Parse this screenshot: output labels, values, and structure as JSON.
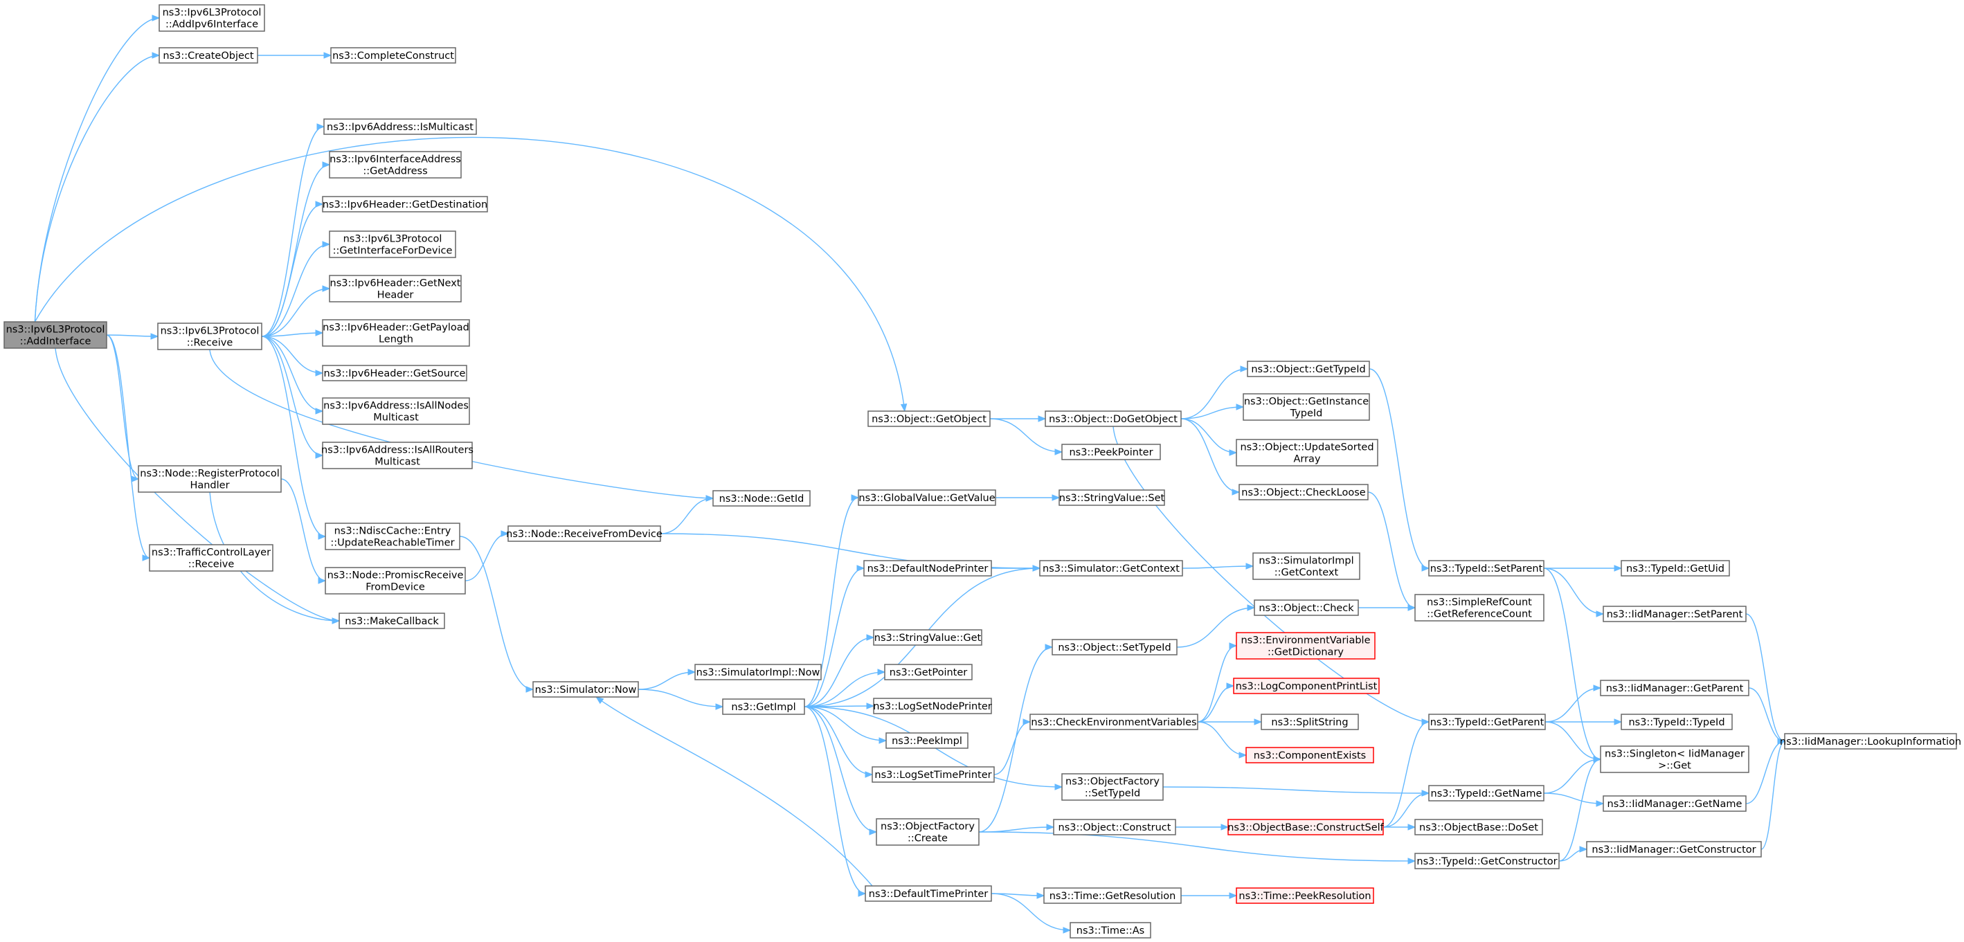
{
  "graph": {
    "nodes": [
      {
        "id": "root",
        "lines": [
          "ns3::Ipv6L3Protocol",
          "::AddInterface"
        ],
        "style": "root"
      },
      {
        "id": "addipv6",
        "lines": [
          "ns3::Ipv6L3Protocol",
          "::AddIpv6Interface"
        ],
        "style": "normal"
      },
      {
        "id": "createobject",
        "lines": [
          "ns3::CreateObject"
        ],
        "style": "normal"
      },
      {
        "id": "completeconstruct",
        "lines": [
          "ns3::CompleteConstruct"
        ],
        "style": "normal"
      },
      {
        "id": "receive",
        "lines": [
          "ns3::Ipv6L3Protocol",
          "::Receive"
        ],
        "style": "normal"
      },
      {
        "id": "ismulticast",
        "lines": [
          "ns3::Ipv6Address::IsMulticast"
        ],
        "style": "normal"
      },
      {
        "id": "ifaddr",
        "lines": [
          "ns3::Ipv6InterfaceAddress",
          "::GetAddress"
        ],
        "style": "normal"
      },
      {
        "id": "getdest",
        "lines": [
          "ns3::Ipv6Header::GetDestination"
        ],
        "style": "normal"
      },
      {
        "id": "getiface",
        "lines": [
          "ns3::Ipv6L3Protocol",
          "::GetInterfaceForDevice"
        ],
        "style": "normal"
      },
      {
        "id": "getnext",
        "lines": [
          "ns3::Ipv6Header::GetNext",
          "Header"
        ],
        "style": "normal"
      },
      {
        "id": "getpayload",
        "lines": [
          "ns3::Ipv6Header::GetPayload",
          "Length"
        ],
        "style": "normal"
      },
      {
        "id": "getsource",
        "lines": [
          "ns3::Ipv6Header::GetSource"
        ],
        "style": "normal"
      },
      {
        "id": "allnodes",
        "lines": [
          "ns3::Ipv6Address::IsAllNodes",
          "Multicast"
        ],
        "style": "normal"
      },
      {
        "id": "allrouters",
        "lines": [
          "ns3::Ipv6Address::IsAllRouters",
          "Multicast"
        ],
        "style": "normal"
      },
      {
        "id": "registerproto",
        "lines": [
          "ns3::Node::RegisterProtocol",
          "Handler"
        ],
        "style": "normal"
      },
      {
        "id": "tclreceive",
        "lines": [
          "ns3::TrafficControlLayer",
          "::Receive"
        ],
        "style": "normal"
      },
      {
        "id": "ndisc",
        "lines": [
          "ns3::NdiscCache::Entry",
          "::UpdateReachableTimer"
        ],
        "style": "normal"
      },
      {
        "id": "promisc",
        "lines": [
          "ns3::Node::PromiscReceive",
          "FromDevice"
        ],
        "style": "normal"
      },
      {
        "id": "makecallback",
        "lines": [
          "ns3::MakeCallback"
        ],
        "style": "normal"
      },
      {
        "id": "getid",
        "lines": [
          "ns3::Node::GetId"
        ],
        "style": "normal"
      },
      {
        "id": "recvfromdev",
        "lines": [
          "ns3::Node::ReceiveFromDevice"
        ],
        "style": "normal"
      },
      {
        "id": "simnow",
        "lines": [
          "ns3::Simulator::Now"
        ],
        "style": "normal"
      },
      {
        "id": "implnow",
        "lines": [
          "ns3::SimulatorImpl::Now"
        ],
        "style": "normal"
      },
      {
        "id": "getimpl",
        "lines": [
          "ns3::GetImpl"
        ],
        "style": "normal"
      },
      {
        "id": "getobject",
        "lines": [
          "ns3::Object::GetObject"
        ],
        "style": "normal"
      },
      {
        "id": "dogetobject",
        "lines": [
          "ns3::Object::DoGetObject"
        ],
        "style": "normal"
      },
      {
        "id": "peekpointer",
        "lines": [
          "ns3::PeekPointer"
        ],
        "style": "normal"
      },
      {
        "id": "objgettypeid",
        "lines": [
          "ns3::Object::GetTypeId"
        ],
        "style": "normal"
      },
      {
        "id": "getinstance",
        "lines": [
          "ns3::Object::GetInstance",
          "TypeId"
        ],
        "style": "normal"
      },
      {
        "id": "updatesorted",
        "lines": [
          "ns3::Object::UpdateSorted",
          "Array"
        ],
        "style": "normal"
      },
      {
        "id": "checkloose",
        "lines": [
          "ns3::Object::CheckLoose"
        ],
        "style": "normal"
      },
      {
        "id": "gvgetvalue",
        "lines": [
          "ns3::GlobalValue::GetValue"
        ],
        "style": "normal"
      },
      {
        "id": "svset",
        "lines": [
          "ns3::StringValue::Set"
        ],
        "style": "normal"
      },
      {
        "id": "defnodeprinter",
        "lines": [
          "ns3::DefaultNodePrinter"
        ],
        "style": "normal"
      },
      {
        "id": "getcontext",
        "lines": [
          "ns3::Simulator::GetContext"
        ],
        "style": "normal"
      },
      {
        "id": "implgetcontext",
        "lines": [
          "ns3::SimulatorImpl",
          "::GetContext"
        ],
        "style": "normal"
      },
      {
        "id": "svget",
        "lines": [
          "ns3::StringValue::Get"
        ],
        "style": "normal"
      },
      {
        "id": "getpointer",
        "lines": [
          "ns3::GetPointer"
        ],
        "style": "normal"
      },
      {
        "id": "logsetnode",
        "lines": [
          "ns3::LogSetNodePrinter"
        ],
        "style": "normal"
      },
      {
        "id": "peekimpl",
        "lines": [
          "ns3::PeekImpl"
        ],
        "style": "normal"
      },
      {
        "id": "logsettime",
        "lines": [
          "ns3::LogSetTimePrinter"
        ],
        "style": "normal"
      },
      {
        "id": "ofcreate",
        "lines": [
          "ns3::ObjectFactory",
          "::Create"
        ],
        "style": "normal"
      },
      {
        "id": "deftimeprinter",
        "lines": [
          "ns3::DefaultTimePrinter"
        ],
        "style": "normal"
      },
      {
        "id": "settypeid",
        "lines": [
          "ns3::Object::SetTypeId"
        ],
        "style": "normal"
      },
      {
        "id": "objcheck",
        "lines": [
          "ns3::Object::Check"
        ],
        "style": "normal"
      },
      {
        "id": "checkenv",
        "lines": [
          "ns3::CheckEnvironmentVariables"
        ],
        "style": "normal"
      },
      {
        "id": "envdict",
        "lines": [
          "ns3::EnvironmentVariable",
          "::GetDictionary"
        ],
        "style": "missing"
      },
      {
        "id": "logcomp",
        "lines": [
          "ns3::LogComponentPrintList"
        ],
        "style": "missing"
      },
      {
        "id": "splitstring",
        "lines": [
          "ns3::SplitString"
        ],
        "style": "normal"
      },
      {
        "id": "compexists",
        "lines": [
          "ns3::ComponentExists"
        ],
        "style": "missing"
      },
      {
        "id": "ofsettypeid",
        "lines": [
          "ns3::ObjectFactory",
          "::SetTypeId"
        ],
        "style": "normal"
      },
      {
        "id": "objconstruct",
        "lines": [
          "ns3::Object::Construct"
        ],
        "style": "normal"
      },
      {
        "id": "constructself",
        "lines": [
          "ns3::ObjectBase::ConstructSelf"
        ],
        "style": "missing"
      },
      {
        "id": "doset",
        "lines": [
          "ns3::ObjectBase::DoSet"
        ],
        "style": "normal"
      },
      {
        "id": "getresolution",
        "lines": [
          "ns3::Time::GetResolution"
        ],
        "style": "normal"
      },
      {
        "id": "peekresolution",
        "lines": [
          "ns3::Time::PeekResolution"
        ],
        "style": "missing"
      },
      {
        "id": "timeas",
        "lines": [
          "ns3::Time::As"
        ],
        "style": "normal"
      },
      {
        "id": "tidsetparent",
        "lines": [
          "ns3::TypeId::SetParent"
        ],
        "style": "normal"
      },
      {
        "id": "refcount",
        "lines": [
          "ns3::SimpleRefCount",
          "::GetReferenceCount"
        ],
        "style": "normal"
      },
      {
        "id": "tidgetparent",
        "lines": [
          "ns3::TypeId::GetParent"
        ],
        "style": "normal"
      },
      {
        "id": "tidgetname",
        "lines": [
          "ns3::TypeId::GetName"
        ],
        "style": "normal"
      },
      {
        "id": "tidgetctor",
        "lines": [
          "ns3::TypeId::GetConstructor"
        ],
        "style": "normal"
      },
      {
        "id": "tidgetuid",
        "lines": [
          "ns3::TypeId::GetUid"
        ],
        "style": "normal"
      },
      {
        "id": "iidsetparent",
        "lines": [
          "ns3::IidManager::SetParent"
        ],
        "style": "normal"
      },
      {
        "id": "iidgetparent",
        "lines": [
          "ns3::IidManager::GetParent"
        ],
        "style": "normal"
      },
      {
        "id": "tidtypeid",
        "lines": [
          "ns3::TypeId::TypeId"
        ],
        "style": "normal"
      },
      {
        "id": "singleton",
        "lines": [
          "ns3::Singleton< IidManager",
          " >::Get"
        ],
        "style": "normal"
      },
      {
        "id": "iidgetname",
        "lines": [
          "ns3::IidManager::GetName"
        ],
        "style": "normal"
      },
      {
        "id": "iidgetctor",
        "lines": [
          "ns3::IidManager::GetConstructor"
        ],
        "style": "normal"
      },
      {
        "id": "lookup",
        "lines": [
          "ns3::IidManager::LookupInformation"
        ],
        "style": "normal"
      }
    ],
    "edges": [
      [
        "root",
        "addipv6"
      ],
      [
        "root",
        "createobject"
      ],
      [
        "root",
        "getobject"
      ],
      [
        "root",
        "receive"
      ],
      [
        "root",
        "registerproto"
      ],
      [
        "root",
        "tclreceive"
      ],
      [
        "root",
        "makecallback"
      ],
      [
        "createobject",
        "completeconstruct"
      ],
      [
        "receive",
        "ismulticast"
      ],
      [
        "receive",
        "ifaddr"
      ],
      [
        "receive",
        "getdest"
      ],
      [
        "receive",
        "getiface"
      ],
      [
        "receive",
        "getnext"
      ],
      [
        "receive",
        "getpayload"
      ],
      [
        "receive",
        "getsource"
      ],
      [
        "receive",
        "allnodes"
      ],
      [
        "receive",
        "allrouters"
      ],
      [
        "receive",
        "getid"
      ],
      [
        "receive",
        "ndisc"
      ],
      [
        "registerproto",
        "makecallback"
      ],
      [
        "registerproto",
        "promisc"
      ],
      [
        "ndisc",
        "simnow"
      ],
      [
        "promisc",
        "recvfromdev"
      ],
      [
        "recvfromdev",
        "getid"
      ],
      [
        "recvfromdev",
        "getcontext"
      ],
      [
        "simnow",
        "implnow"
      ],
      [
        "simnow",
        "getimpl"
      ],
      [
        "getimpl",
        "gvgetvalue"
      ],
      [
        "getimpl",
        "defnodeprinter"
      ],
      [
        "getimpl",
        "getcontext"
      ],
      [
        "getimpl",
        "svget"
      ],
      [
        "getimpl",
        "getpointer"
      ],
      [
        "getimpl",
        "logsetnode"
      ],
      [
        "getimpl",
        "peekimpl"
      ],
      [
        "getimpl",
        "logsettime"
      ],
      [
        "getimpl",
        "ofsettypeid"
      ],
      [
        "getimpl",
        "ofcreate"
      ],
      [
        "getimpl",
        "deftimeprinter"
      ],
      [
        "gvgetvalue",
        "svset"
      ],
      [
        "defnodeprinter",
        "getcontext"
      ],
      [
        "getcontext",
        "implgetcontext"
      ],
      [
        "logsettime",
        "checkenv"
      ],
      [
        "ofcreate",
        "settypeid"
      ],
      [
        "ofcreate",
        "objconstruct"
      ],
      [
        "ofcreate",
        "tidgetctor"
      ],
      [
        "deftimeprinter",
        "getresolution"
      ],
      [
        "deftimeprinter",
        "timeas"
      ],
      [
        "deftimeprinter",
        "simnow"
      ],
      [
        "getobject",
        "dogetobject"
      ],
      [
        "getobject",
        "peekpointer"
      ],
      [
        "dogetobject",
        "objgettypeid"
      ],
      [
        "dogetobject",
        "getinstance"
      ],
      [
        "dogetobject",
        "updatesorted"
      ],
      [
        "dogetobject",
        "checkloose"
      ],
      [
        "dogetobject",
        "tidgetparent"
      ],
      [
        "objgettypeid",
        "tidsetparent"
      ],
      [
        "checkloose",
        "refcount"
      ],
      [
        "settypeid",
        "objcheck"
      ],
      [
        "objcheck",
        "refcount"
      ],
      [
        "checkenv",
        "envdict"
      ],
      [
        "checkenv",
        "logcomp"
      ],
      [
        "checkenv",
        "splitstring"
      ],
      [
        "checkenv",
        "compexists"
      ],
      [
        "ofsettypeid",
        "tidgetname"
      ],
      [
        "objconstruct",
        "constructself"
      ],
      [
        "constructself",
        "tidgetparent"
      ],
      [
        "constructself",
        "tidgetname"
      ],
      [
        "constructself",
        "doset"
      ],
      [
        "getresolution",
        "peekresolution"
      ],
      [
        "tidsetparent",
        "tidgetuid"
      ],
      [
        "tidsetparent",
        "iidsetparent"
      ],
      [
        "tidsetparent",
        "singleton"
      ],
      [
        "tidgetparent",
        "iidgetparent"
      ],
      [
        "tidgetparent",
        "tidtypeid"
      ],
      [
        "tidgetparent",
        "singleton"
      ],
      [
        "tidgetname",
        "singleton"
      ],
      [
        "tidgetname",
        "iidgetname"
      ],
      [
        "tidgetctor",
        "singleton"
      ],
      [
        "tidgetctor",
        "iidgetctor"
      ],
      [
        "iidsetparent",
        "lookup"
      ],
      [
        "iidgetparent",
        "lookup"
      ],
      [
        "iidgetname",
        "lookup"
      ],
      [
        "iidgetctor",
        "lookup"
      ]
    ],
    "colors": {
      "edge": "#63b8ff",
      "node_border": "#666666",
      "root_fill": "#999999",
      "missing_border": "#ff0000",
      "missing_fill": "#fff0f0"
    }
  }
}
